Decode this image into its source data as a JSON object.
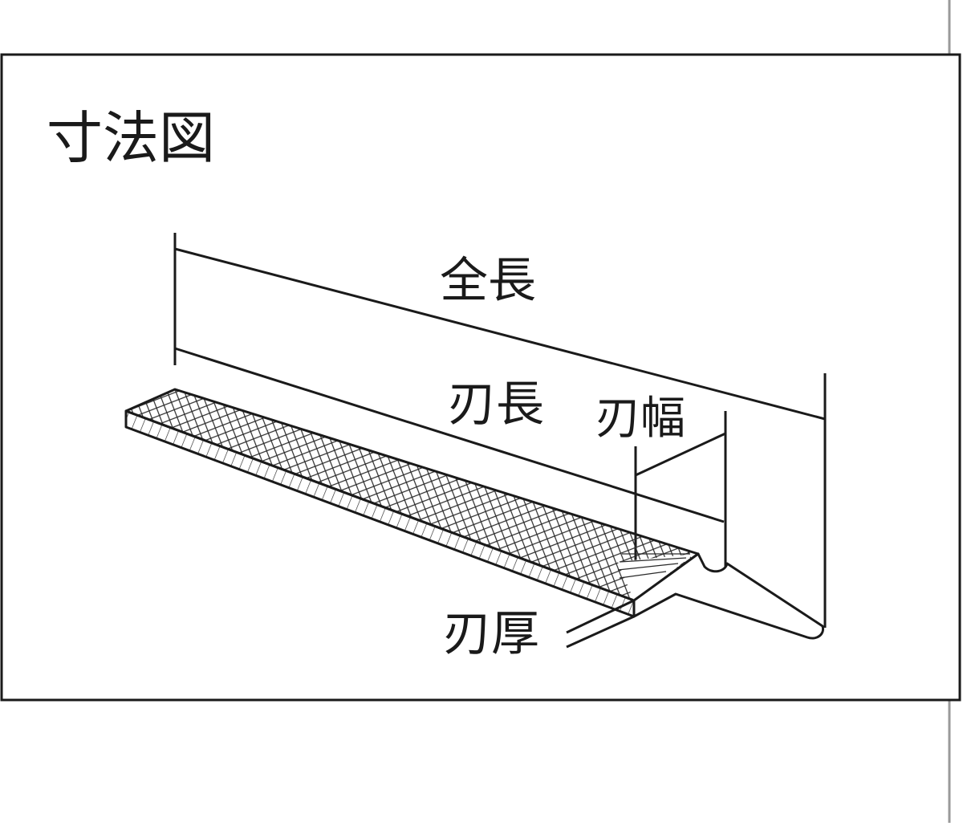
{
  "title": "寸法図",
  "labels": {
    "overall_length": "全長",
    "blade_length": "刃長",
    "blade_width": "刃幅",
    "blade_thickness": "刃厚"
  },
  "colors": {
    "line": "#1a1a1a",
    "background": "#ffffff",
    "hatch": "#2a2a2a"
  }
}
